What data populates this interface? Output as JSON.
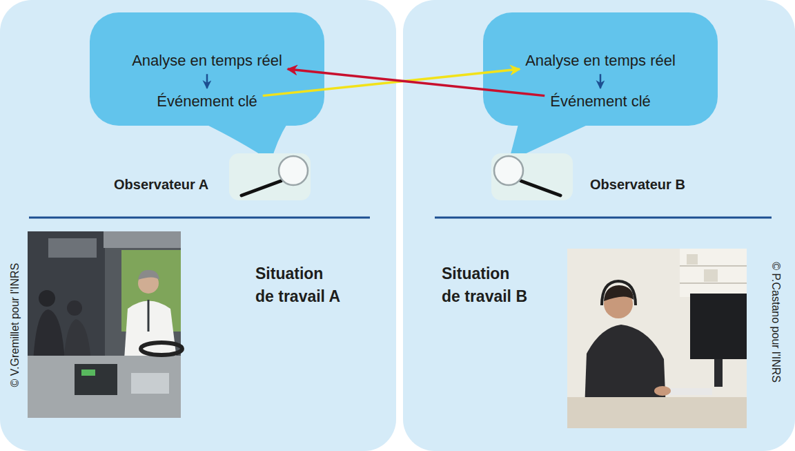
{
  "diagram": {
    "nodes": [
      {
        "text": [
          "Observateur A",
          "Situation de travail A"
        ]
      },
      {
        "text": [
          "Analyse en temps réel"
        ],
        "in": 0
      },
      {
        "text": [
          "Événement clé"
        ],
        "in": 0
      },
      {
        "text": [
          "Observateur B",
          "Situation de travail B"
        ]
      },
      {
        "text": [
          "Analyse en temps réel"
        ],
        "in": 3
      },
      {
        "text": [
          "Événement clé"
        ],
        "in": 3
      }
    ],
    "edges": [
      {
        "from": 1,
        "to": 2,
        "arrow": "to"
      },
      {
        "from": 4,
        "to": 5,
        "arrow": "to"
      },
      {
        "from": 2,
        "to": 4,
        "arrow": "to"
      },
      {
        "from": 5,
        "to": 1,
        "arrow": "to"
      }
    ],
    "labels": [
      "© V.Gremillet pour l'INRS",
      "© P.Castano pour l'INRS"
    ]
  }
}
